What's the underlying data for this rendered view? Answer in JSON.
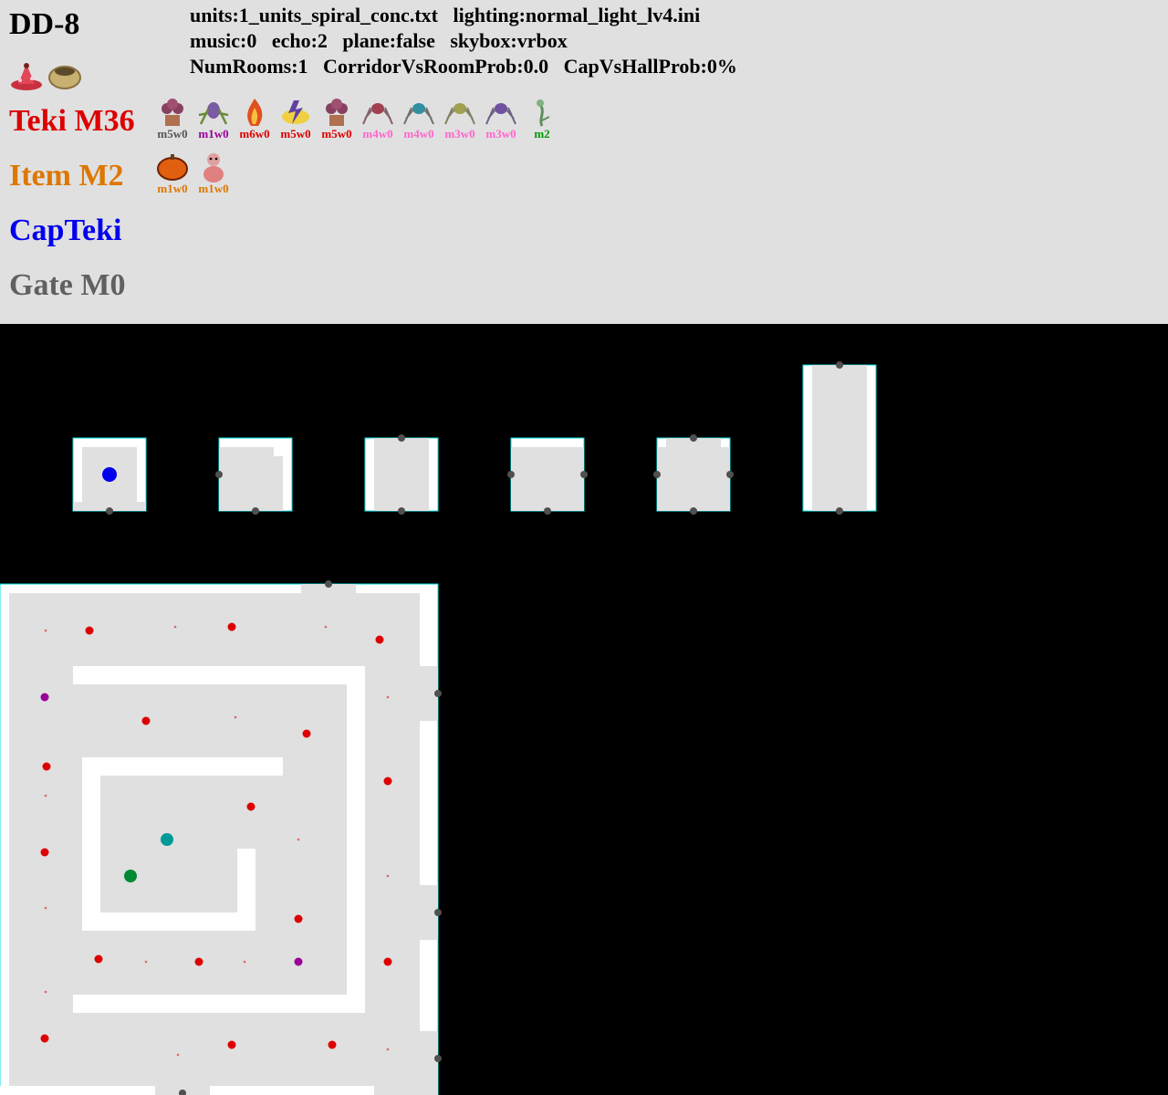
{
  "sublevel": "DD-8",
  "config": {
    "line1": "units:1_units_spiral_conc.txt   lighting:normal_light_lv4.ini",
    "line2": "music:0   echo:2   plane:false   skybox:vrbox",
    "line3": "NumRooms:1   CorridorVsRoomProb:0.0   CapVsHallProb:0%"
  },
  "categories": {
    "teki": "Teki M36",
    "item": "Item M2",
    "capteki": "CapTeki",
    "gate": "Gate M0"
  },
  "colors": {
    "teki": "#dd0000",
    "item": "#dd7700",
    "capteki": "#0000ee",
    "gate": "#606060",
    "background": "#e0e0e0",
    "floor": "#e0e0e0",
    "wall": "#ffffff",
    "outline": "#00e0e0",
    "door": "#505050"
  },
  "cap_icons": [
    "cap-flower-icon",
    "cap-pot-icon"
  ],
  "teki_list": [
    {
      "icon": "mushroom-pot-icon",
      "label": "m5w0",
      "color": "#555555"
    },
    {
      "icon": "spider-green-icon",
      "label": "m1w0",
      "color": "#990099"
    },
    {
      "icon": "fire-icon",
      "label": "m6w0",
      "color": "#dd0000"
    },
    {
      "icon": "electric-icon",
      "label": "m5w0",
      "color": "#dd0000"
    },
    {
      "icon": "mushroom-pot-icon",
      "label": "m5w0",
      "color": "#dd0000"
    },
    {
      "icon": "spider-red-icon",
      "label": "m4w0",
      "color": "#ff66cc"
    },
    {
      "icon": "spider-blue-icon",
      "label": "m4w0",
      "color": "#ff66cc"
    },
    {
      "icon": "spider-yellow-icon",
      "label": "m3w0",
      "color": "#ff66cc"
    },
    {
      "icon": "spider-purple-icon",
      "label": "m3w0",
      "color": "#ff66cc"
    },
    {
      "icon": "plant-icon",
      "label": "m2",
      "color": "#009900"
    }
  ],
  "item_list": [
    {
      "icon": "fruit-icon",
      "label": "m1w0",
      "color": "#dd7700"
    },
    {
      "icon": "doll-icon",
      "label": "m1w0",
      "color": "#dd7700"
    }
  ]
}
